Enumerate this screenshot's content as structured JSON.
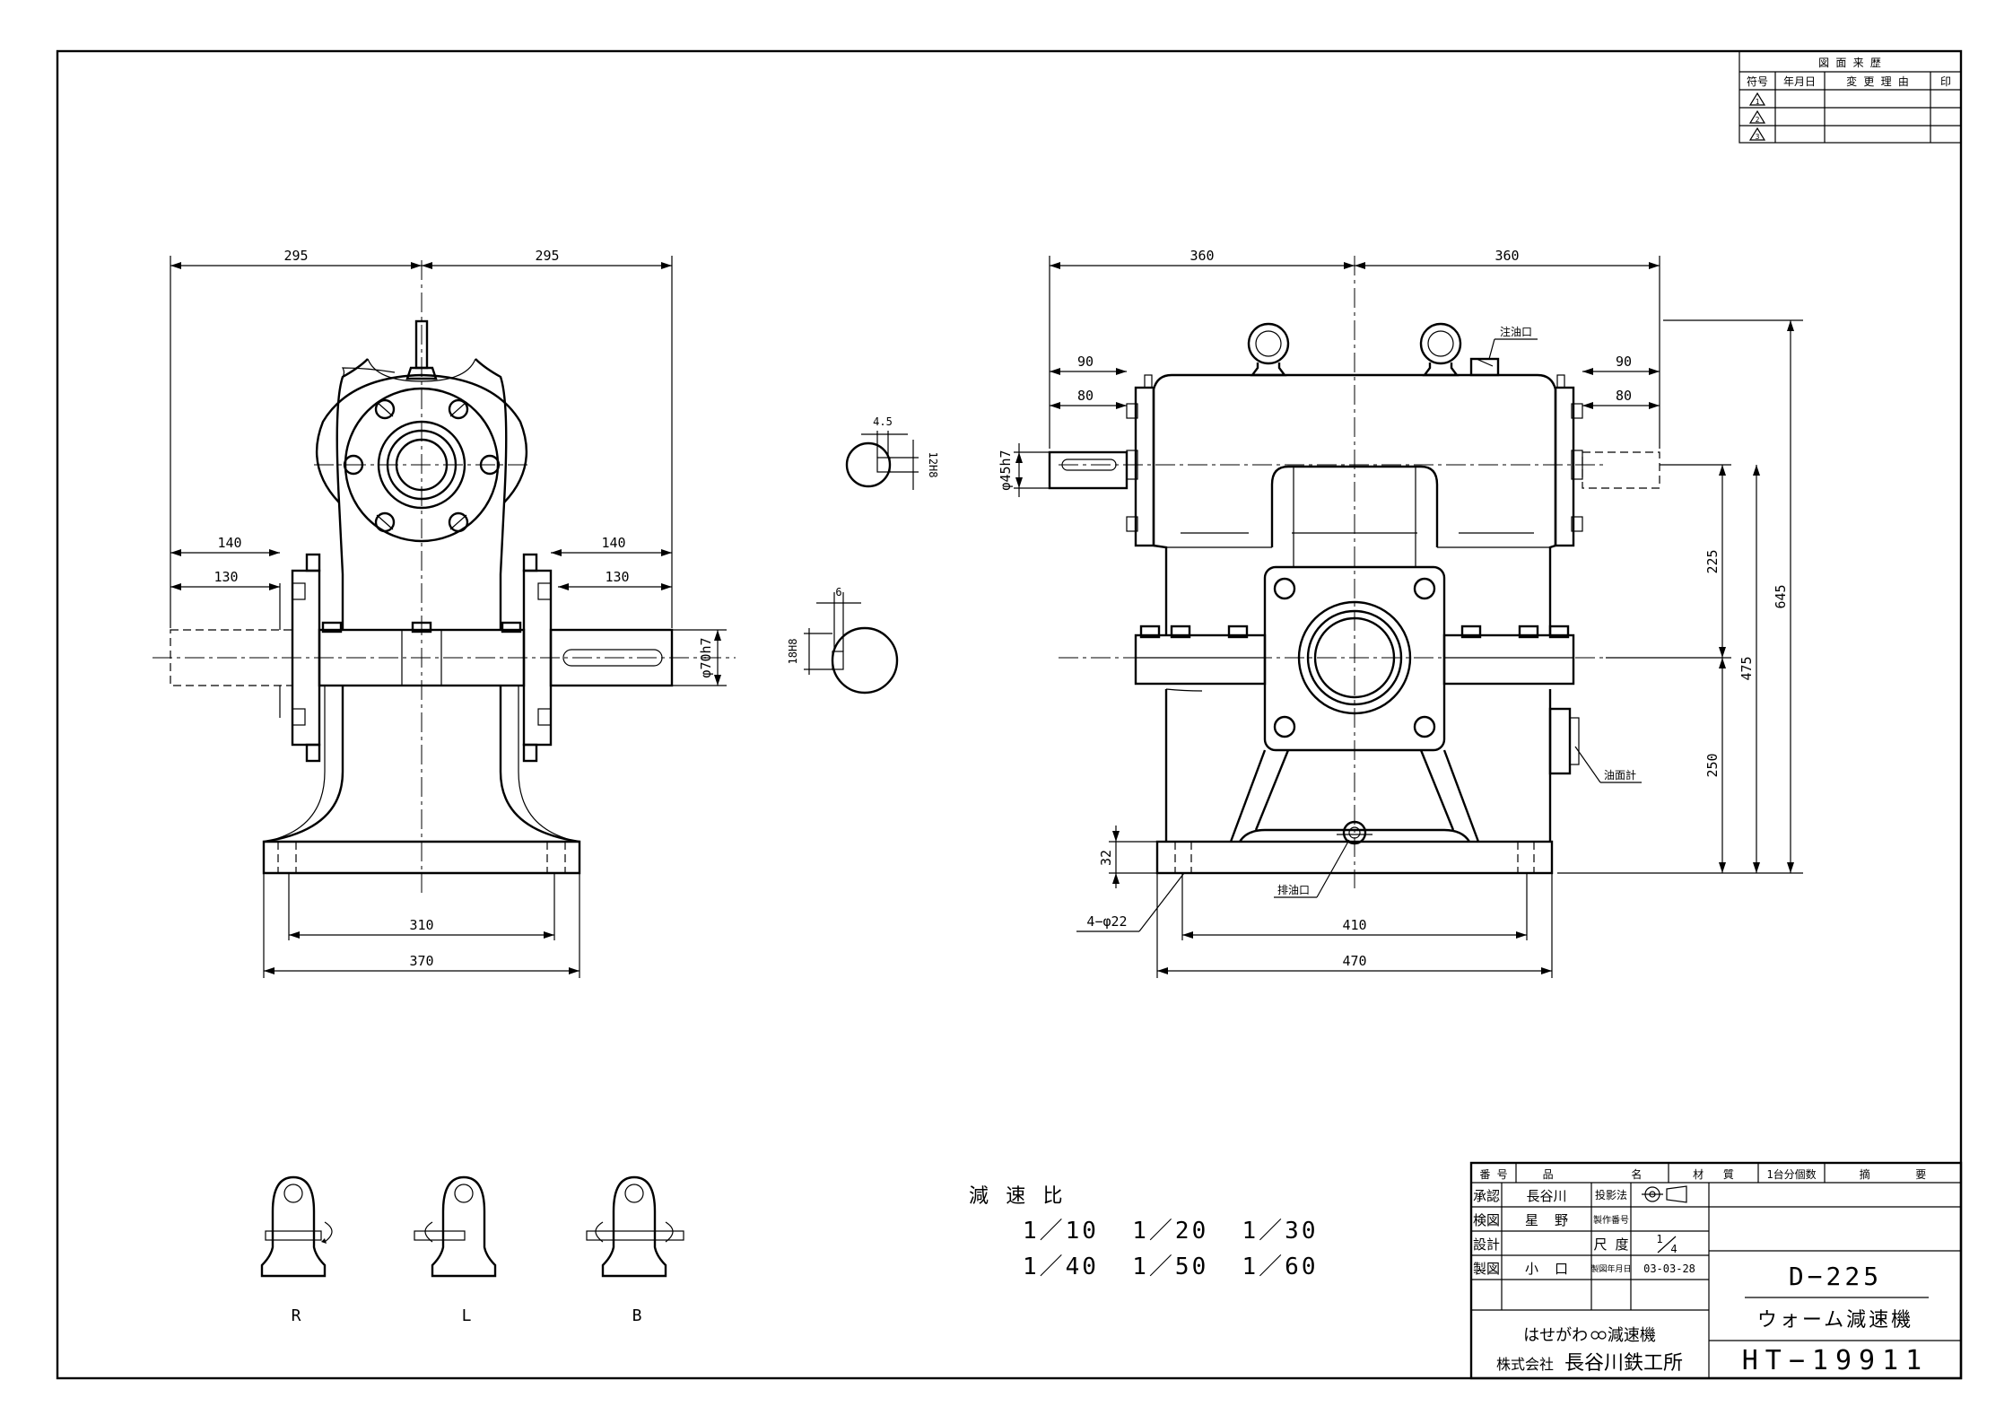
{
  "revision_block": {
    "title": "図 面 来 歴",
    "headers": [
      "符号",
      "年月日",
      "変 更 理 由",
      "印"
    ],
    "symbols": [
      "1",
      "2",
      "3"
    ]
  },
  "front_view": {
    "dims": {
      "half_left": "295",
      "half_right": "295",
      "shaft_left_outer": "140",
      "shaft_left_inner": "130",
      "shaft_right_outer": "140",
      "shaft_right_inner": "130",
      "shaft_dia": "φ70h7",
      "base_inner": "310",
      "base_outer": "370"
    }
  },
  "keyway_details": {
    "top": {
      "width": "4.5",
      "depth": "12H8"
    },
    "bottom": {
      "width": "6",
      "depth": "18H8"
    }
  },
  "side_view": {
    "dims": {
      "half_left": "360",
      "half_right": "360",
      "shaft_left_outer": "90",
      "shaft_left_inner": "80",
      "shaft_right_outer": "90",
      "shaft_right_inner": "80",
      "shaft_dia": "φ45h7",
      "center_height": "225",
      "total_height": "645",
      "height_475": "475",
      "low_height": "250",
      "base_thickness": "32",
      "holes": "4−φ22",
      "base_inner": "410",
      "base_outer": "470"
    },
    "labels": {
      "oil_inlet": "注油口",
      "oil_gauge": "油面計",
      "oil_drain": "排油口"
    }
  },
  "assembly_types": [
    "R",
    "L",
    "B"
  ],
  "ratio_block": {
    "title": "減 速 比",
    "line1": "1／10  1／20  1／30",
    "line2": "1／40  1／50  1／60"
  },
  "title_block": {
    "headers": {
      "num": "番 号",
      "name": "品            名",
      "material": "材   質",
      "qty": "1台分個数",
      "remarks": "摘       要"
    },
    "approved_label": "承認",
    "approved_by": "長谷川",
    "projection_label": "投影法",
    "checked_label": "検図",
    "checked_by": "星  野",
    "mfg_no_label": "製作番号",
    "design_label": "設計",
    "scale_label": "尺 度",
    "scale_num": "1",
    "scale_den": "4",
    "drawn_label": "製図",
    "drawn_by": "小  口",
    "date_label": "製図年月日",
    "date": "03-03-28",
    "model": "D−225",
    "product_name": "ウォーム減速機",
    "brand": "はせがわ  減速機",
    "company_prefix": "株式会社",
    "company": "長谷川鉄工所",
    "drawing_no": "HT−19911"
  }
}
